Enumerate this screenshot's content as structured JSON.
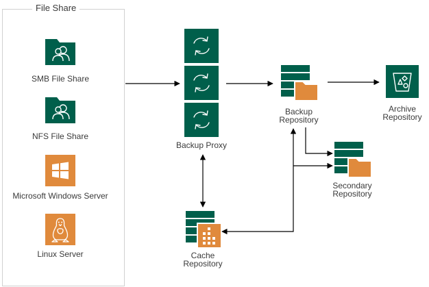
{
  "colors": {
    "primary": "#005f4b",
    "accent": "#e08a3c",
    "line": "#000000",
    "frame": "#d0d0d0",
    "text": "#3a3a3a"
  },
  "file_share": {
    "title": "File Share",
    "sources": [
      {
        "label": "SMB File Share",
        "icon": "file-share-folder-icon"
      },
      {
        "label": "NFS File Share",
        "icon": "file-share-folder-icon"
      },
      {
        "label": "Microsoft Windows Server",
        "icon": "windows-logo-icon"
      },
      {
        "label": "Linux Server",
        "icon": "linux-penguin-icon"
      }
    ]
  },
  "backup_proxy": {
    "label": "Backup Proxy",
    "icon": "sync-arrows-icon"
  },
  "backup_repository": {
    "line1": "Backup",
    "line2": "Repository",
    "icon": "repository-folder-icon"
  },
  "archive_repository": {
    "line1": "Archive",
    "line2": "Repository",
    "icon": "archive-bin-icon"
  },
  "secondary_repository": {
    "line1": "Secondary",
    "line2": "Repository",
    "icon": "repository-folder-icon"
  },
  "cache_repository": {
    "line1": "Cache",
    "line2": "Repository",
    "icon": "repository-cache-icon"
  }
}
